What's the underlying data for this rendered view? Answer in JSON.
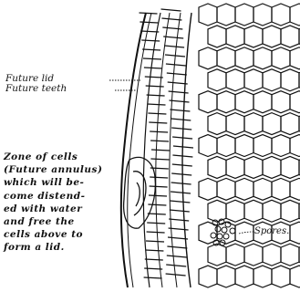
{
  "labels": {
    "future_lid": "Future lid",
    "future_teeth": "Future teeth",
    "zone_lines": [
      "Zone of cells",
      "(Future annulus)",
      "which will be-",
      "come distend-",
      "ed with water",
      "and free the",
      "cells above to",
      "form a lid."
    ],
    "spores": "Spores."
  },
  "colors": {
    "ink": "#111111",
    "paper": "#ffffff"
  }
}
